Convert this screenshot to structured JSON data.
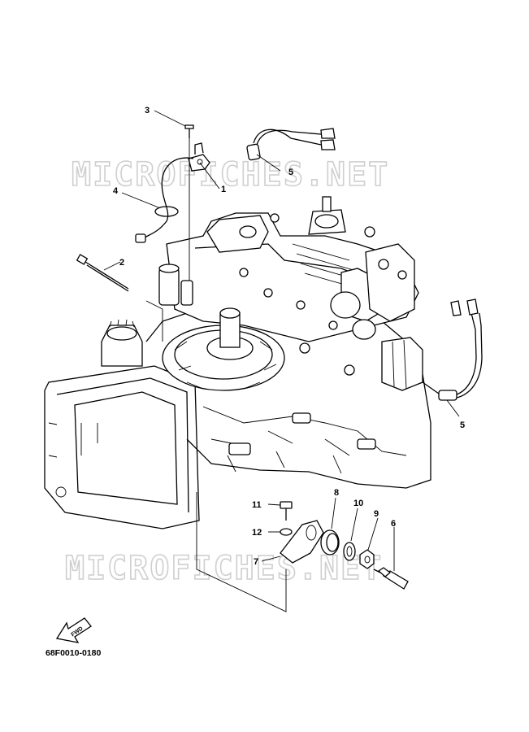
{
  "watermark": "MICROFICHES.NET",
  "figure_code": "68F0010-0180",
  "fwd_label": "FWD",
  "callouts": {
    "c1": "1",
    "c2": "2",
    "c3": "3",
    "c4": "4",
    "c5a": "5",
    "c5b": "5",
    "c6": "6",
    "c7": "7",
    "c8": "8",
    "c9": "9",
    "c10": "10",
    "c11": "11",
    "c12": "12"
  }
}
